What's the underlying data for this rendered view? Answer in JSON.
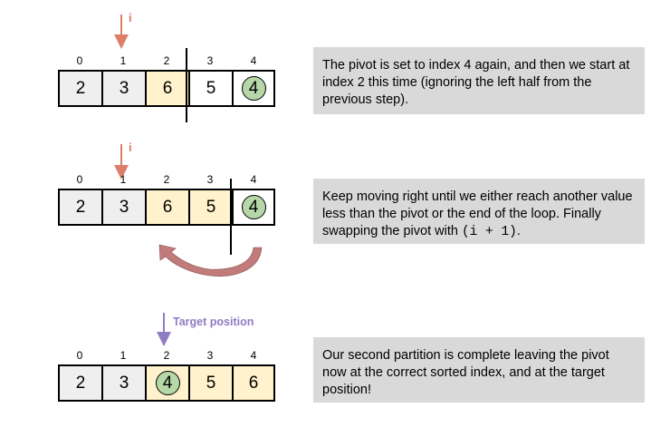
{
  "rows": [
    {
      "indices": [
        "0",
        "1",
        "2",
        "3",
        "4"
      ],
      "values": [
        "2",
        "3",
        "6",
        "5",
        "4"
      ],
      "fills": [
        "gray",
        "gray",
        "yellow",
        "white",
        "white"
      ],
      "pivot_index": 4,
      "pointer_label": "i",
      "note": "The pivot is set to index 4 again, and then we start at index 2 this time (ignoring the left half from the previous step)."
    },
    {
      "indices": [
        "0",
        "1",
        "2",
        "3",
        "4"
      ],
      "values": [
        "2",
        "3",
        "6",
        "5",
        "4"
      ],
      "fills": [
        "gray",
        "gray",
        "yellow",
        "yellow",
        "white"
      ],
      "pivot_index": 4,
      "pointer_label": "i",
      "note_pre": "Keep moving right until we either reach another value less than the pivot or the end of the loop. Finally swapping the pivot with ",
      "note_code": "(i + 1)",
      "note_post": "."
    },
    {
      "indices": [
        "0",
        "1",
        "2",
        "3",
        "4"
      ],
      "values": [
        "2",
        "3",
        "4",
        "5",
        "6"
      ],
      "fills": [
        "gray",
        "gray",
        "yellow",
        "yellow",
        "yellow"
      ],
      "pivot_index": 2,
      "pointer_label": "Target position",
      "note": "Our second partition is complete leaving the pivot now at the correct sorted index, and at the target position!"
    }
  ],
  "colors": {
    "pointer_i": "#dd7e6b",
    "target": "#8e7cc3",
    "pivot": "#b6d7a8",
    "swap_arrow": "#c27b7b",
    "note_bg": "#d9d9d9"
  }
}
